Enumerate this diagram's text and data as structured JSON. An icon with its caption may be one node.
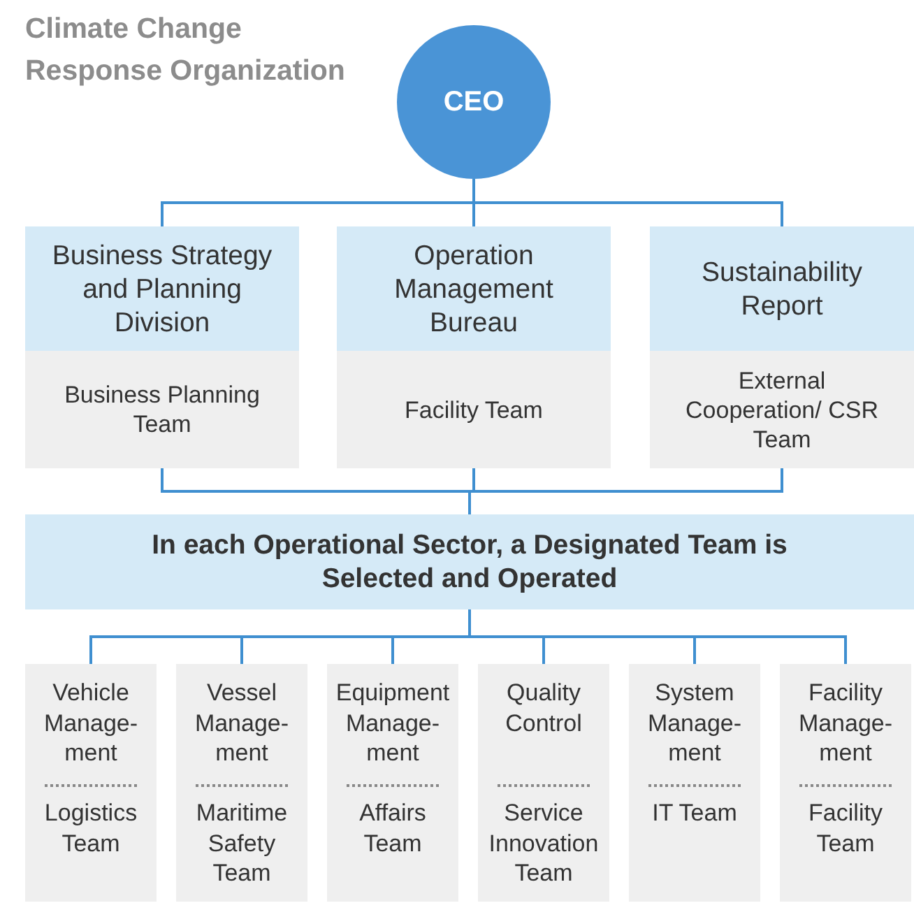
{
  "diagram": {
    "title": "Climate Change Response Organization",
    "nodes": [
      {
        "text": [
          "CEO"
        ]
      },
      {
        "text": [
          "Business Strategy and Planning Division",
          "Business Planning Team"
        ]
      },
      {
        "text": [
          "Operation Management Bureau",
          "Facility Team"
        ]
      },
      {
        "text": [
          "Sustainability Report",
          "External Cooperation/ CSR Team"
        ]
      },
      {
        "text": [
          "In each Operational Sector, a Designated Team is Selected and Operated"
        ]
      },
      {
        "text": [
          "Vehicle Manage- ment",
          "Logistics Team"
        ]
      },
      {
        "text": [
          "Vessel Manage- ment",
          "Maritime Safety Team"
        ]
      },
      {
        "text": [
          "Equipment Manage- ment",
          "Affairs Team"
        ]
      },
      {
        "text": [
          "Quality Control",
          "Service Innovation Team"
        ]
      },
      {
        "text": [
          "System Manage- ment",
          "IT Team"
        ]
      },
      {
        "text": [
          "Facility Manage- ment",
          "Facility Team"
        ]
      }
    ],
    "edges": [
      {
        "from": 0,
        "to": 1,
        "arrow": "none"
      },
      {
        "from": 0,
        "to": 2,
        "arrow": "none"
      },
      {
        "from": 0,
        "to": 3,
        "arrow": "none"
      },
      {
        "from": 1,
        "to": 4,
        "arrow": "none"
      },
      {
        "from": 2,
        "to": 4,
        "arrow": "none"
      },
      {
        "from": 3,
        "to": 4,
        "arrow": "none"
      },
      {
        "from": 4,
        "to": 5,
        "arrow": "none"
      },
      {
        "from": 4,
        "to": 6,
        "arrow": "none"
      },
      {
        "from": 4,
        "to": 7,
        "arrow": "none"
      },
      {
        "from": 4,
        "to": 8,
        "arrow": "none"
      },
      {
        "from": 4,
        "to": 9,
        "arrow": "none"
      },
      {
        "from": 4,
        "to": 10,
        "arrow": "none"
      }
    ]
  }
}
